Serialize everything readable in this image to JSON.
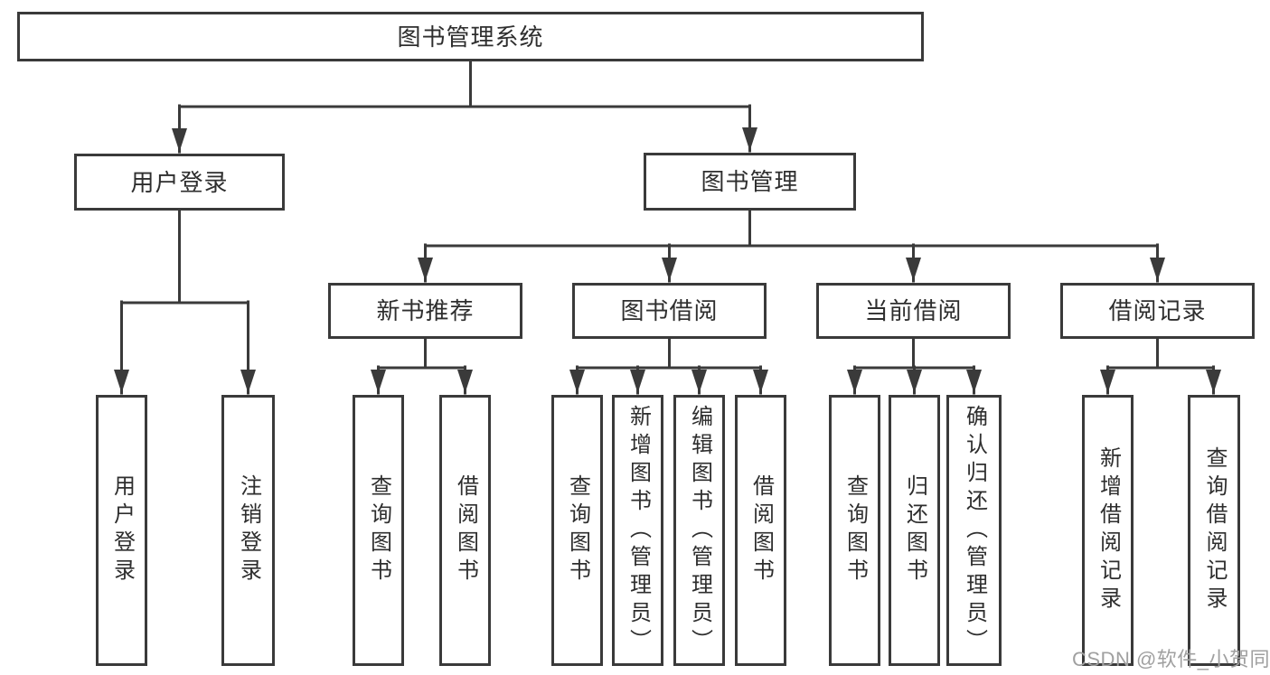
{
  "diagram": {
    "root": {
      "label": "图书管理系统"
    },
    "level2": [
      {
        "label": "用户登录"
      },
      {
        "label": "图书管理"
      }
    ],
    "level3": [
      {
        "label": "新书推荐"
      },
      {
        "label": "图书借阅"
      },
      {
        "label": "当前借阅"
      },
      {
        "label": "借阅记录"
      }
    ],
    "leaves": [
      {
        "label": "用户登录"
      },
      {
        "label": "注销登录"
      },
      {
        "label": "查询图书"
      },
      {
        "label": "借阅图书"
      },
      {
        "label": "查询图书"
      },
      {
        "label": "新增图书（管理员）"
      },
      {
        "label": "编辑图书（管理员）"
      },
      {
        "label": "借阅图书"
      },
      {
        "label": "查询图书"
      },
      {
        "label": "归还图书"
      },
      {
        "label": "确认归还（管理员）"
      },
      {
        "label": "新增借阅记录"
      },
      {
        "label": "查询借阅记录"
      }
    ]
  },
  "watermark": {
    "text": "CSDN @软件_小贺同学"
  },
  "colors": {
    "line": "#3a3a3a",
    "box_border": "#3a3a3a",
    "text": "#2e2e2e",
    "background": "#ffffff",
    "watermark": "#a0a0a0"
  }
}
